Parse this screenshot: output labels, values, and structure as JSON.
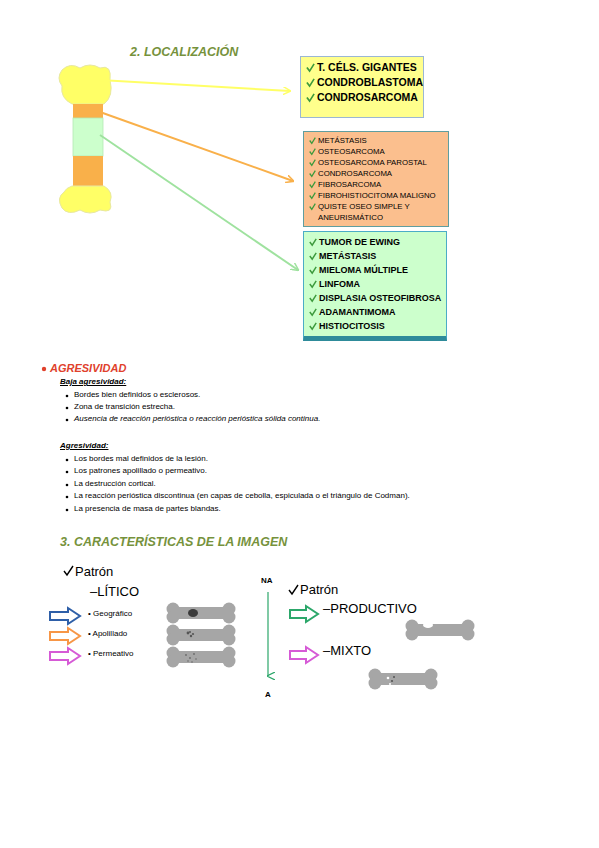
{
  "diagram": {
    "title": "2. LOCALIZACIÓN",
    "nodes": [
      {
        "text": [
          "T. CÉLS. GIGANTES",
          "CONDROBLASTOMA",
          "CONDROSARCOMA"
        ]
      },
      {
        "text": [
          "METÁSTASIS",
          "OSTEOSARCOMA",
          "OSTEOSARCOMA PAROSTAL",
          "CONDROSARCOMA",
          "FIBROSARCOMA",
          "FIBROHISTIOCITOMA MALIGNO",
          "QUISTE OSEO SIMPLE Y ANEURISMÁTICO"
        ]
      },
      {
        "text": [
          "TUMOR DE EWING",
          "METÁSTASIS",
          "MIELOMA MÚLTIPLE",
          "LINFOMA",
          "DISPLASIA OSTEOFIBROSA",
          "ADAMANTIMOMA",
          "HISTIOCITOSIS"
        ]
      }
    ],
    "labels": [
      "AGRESIVIDAD",
      "Baja agresividad:",
      "Bordes bien definidos o esclerosos.",
      "Zona de transición estrecha.",
      "Ausencia de reacción perióstica o reacción perióstica sólida continua.",
      "Agresividad:",
      "Los bordes mal definidos de la lesión.",
      "Los patrones apolillado o permeativo.",
      "La destrucción cortical.",
      "La reacción perióstica discontinua (en capas de cebolla, espiculada o el triángulo de Codman).",
      "La presencia de masa de partes blandas.",
      "3. CARACTERÍSTICAS DE LA IMAGEN",
      "Patrón",
      "–LÍTICO",
      "• Geográfico",
      "• Apolillado",
      "• Permeativo",
      "NA",
      "A",
      "Patrón",
      "–PRODUCTIVO",
      "–MIXTO"
    ]
  }
}
